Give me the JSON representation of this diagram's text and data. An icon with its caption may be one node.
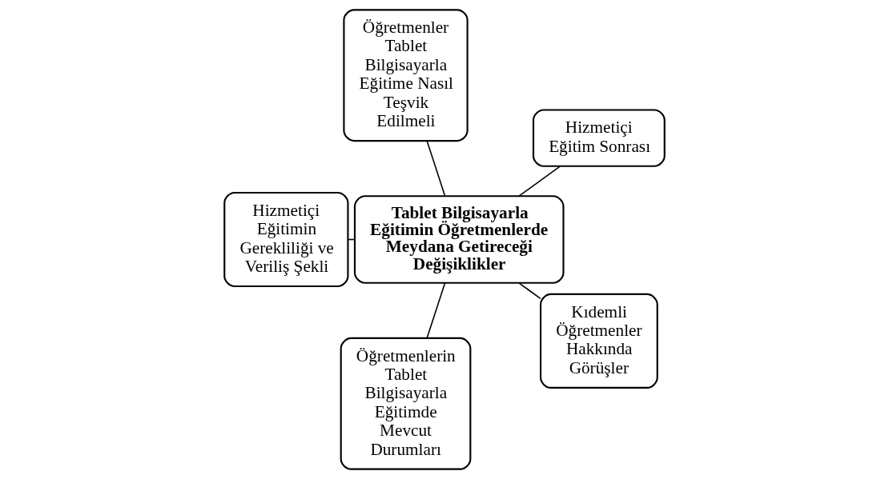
{
  "diagram": {
    "nodes": [
      {
        "text": [
          "Hizmetiçi Eğitim Sonrası"
        ]
      },
      {
        "text": [
          "Öğretmenler Tablet Bilgisayarla Eğitime Nasıl Teşvik Edilmeli"
        ]
      },
      {
        "text": [
          "Hizmetiçi Eğitimin Gerekliliği ve Veriliş Şekli"
        ]
      },
      {
        "text": [
          "Tablet Bilgisayarla Eğitimin Öğretmenlerde Meydana Getireceği Değişiklikler"
        ]
      },
      {
        "text": [
          "Öğretmenlerin Tablet Bilgisayarla Eğitimde Mevcut Durumları"
        ]
      },
      {
        "text": [
          "Kıdemli Öğretmenler Hakkında Görüşler"
        ]
      }
    ],
    "edges": [
      {
        "from": 3,
        "to": 0,
        "arrow": "none"
      },
      {
        "from": 3,
        "to": 1,
        "arrow": "none"
      },
      {
        "from": 3,
        "to": 2,
        "arrow": "none"
      },
      {
        "from": 3,
        "to": 4,
        "arrow": "none"
      },
      {
        "from": 3,
        "to": 5,
        "arrow": "none"
      }
    ]
  }
}
